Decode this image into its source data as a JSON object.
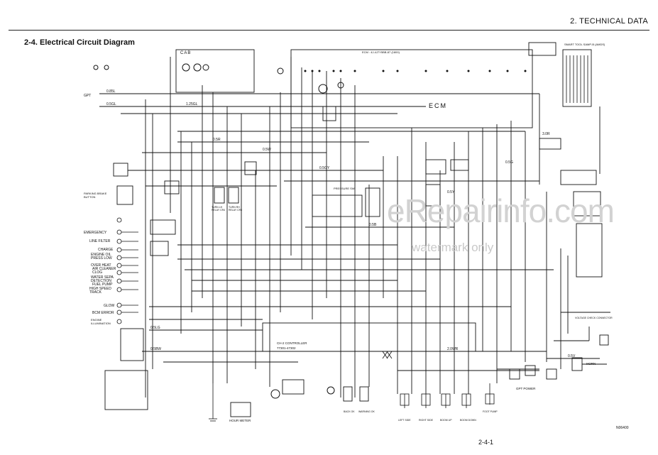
{
  "header": {
    "section_title": "2. TECHNICAL DATA",
    "page_title": "2-4. Electrical Circuit Diagram",
    "page_number": "2-4-1",
    "figure_code": "N06400"
  },
  "watermark": {
    "brand": "eRepairinfo.com",
    "note": "watermark only"
  },
  "diagram": {
    "cab": "CAB",
    "ecm": "ECM",
    "ecm_part": "ECM : 4J-4J7Y5BB-87 (1800)",
    "controller": "CH-2 CONTROLLER",
    "controller_part": "77301-47302",
    "smart_tool": "SMART TOOL SAMP-B (AMDS)",
    "gpt": "GPT",
    "gpt_power": "GPT POWER",
    "horn": "HORN",
    "hour_meter": "HOUR METER",
    "parking_brake": "PARKING BRAKE BUTTON",
    "voltage_check": "VOLTAGE CHECK CONNECTOR",
    "indicators": [
      "EMERGENCY",
      "LINE FILTER",
      "CHARGE",
      "ENGINE OIL PRESS LOW",
      "OVER HEAT",
      "AIR CLEANER CLOG",
      "WATER SEPA DETECTION",
      "FUEL PUMP",
      "HIGH SPEED TRACK",
      "GLOW",
      "BCM ERROR",
      "ENGINE ILLUMINATION"
    ],
    "relays": [
      "TURN LH RELAY CR4",
      "TURN RH RELAY CR5"
    ],
    "pressure_sw": "PRESSURE SW",
    "bottom_labels": [
      "BACK OK",
      "WARNING OK",
      "LEFT SIDE",
      "RIGHT SIDE",
      "BOOM UP",
      "BOOM DOWN",
      "FOOT PUMP"
    ],
    "wire_codes": [
      "0.85L",
      "0.5GL",
      "1.25GL",
      "0.5W",
      "0.5R",
      "0.5Y",
      "0.5B",
      "0.5GY",
      "0.5LG",
      "0.5BW",
      "0.5G",
      "2.0WR",
      "3.0R",
      "0.5V"
    ]
  }
}
